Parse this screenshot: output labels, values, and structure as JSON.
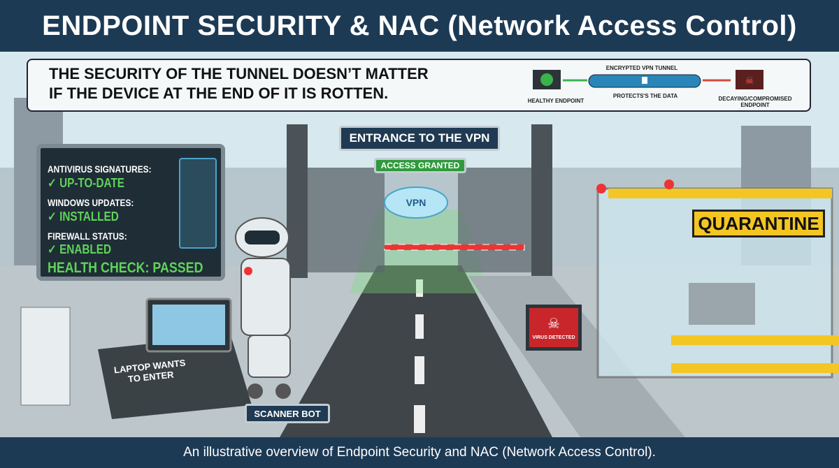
{
  "header": {
    "title": "ENDPOINT SECURITY & NAC (Network Access Control)"
  },
  "banner": {
    "quote_line1": "THE SECURITY OF THE TUNNEL DOESN’T MATTER",
    "quote_line2": "IF THE DEVICE AT THE END OF IT IS ROTTEN.",
    "tunnel_label": "ENCRYPTED VPN TUNNEL",
    "protects_label": "PROTECTS'S THE DATA",
    "healthy_label": "HEALTHY ENDPOINT",
    "compromised_label": "DECAYING/COMPROMISED ENDPOINT"
  },
  "monitor": {
    "items": [
      {
        "label": "ANTIVIRUS SIGNATURES:",
        "status": "✓ UP-TO-DATE"
      },
      {
        "label": "WINDOWS UPDATES:",
        "status": "✓ INSTALLED"
      },
      {
        "label": "FIREWALL STATUS:",
        "status": "✓ ENABLED"
      }
    ],
    "result": "HEALTH CHECK: PASSED"
  },
  "gate": {
    "sign": "ENTRANCE TO THE VPN",
    "access": "ACCESS GRANTED",
    "cloud": "VPN"
  },
  "labels": {
    "laptop": "LAPTOP WANTS TO ENTER",
    "bot": "SCANNER BOT",
    "virus": "VIRUS DETECTED",
    "quarantine": "QUARANTINE"
  },
  "footer": {
    "caption": "An illustrative overview of Endpoint Security and NAC (Network Access Control)."
  },
  "colors": {
    "navy": "#1d3a55",
    "green": "#5fd35a",
    "warning": "#f3c623",
    "danger": "#c8262b"
  }
}
